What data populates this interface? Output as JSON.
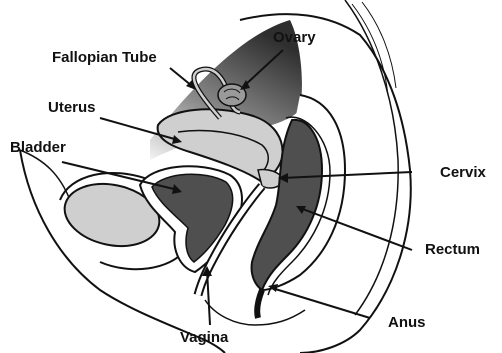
{
  "labels": {
    "ovary": "Ovary",
    "fallopian_tube": "Fallopian Tube",
    "uterus": "Uterus",
    "bladder": "Bladder",
    "cervix": "Cervix",
    "rectum": "Rectum",
    "anus": "Anus",
    "vagina": "Vagina"
  },
  "colors": {
    "line": "#111111",
    "dark_fill": "#4f4f4f",
    "light_fill": "#cfcfcf",
    "shadow": "#2e2e2e",
    "paper": "#ffffff"
  }
}
